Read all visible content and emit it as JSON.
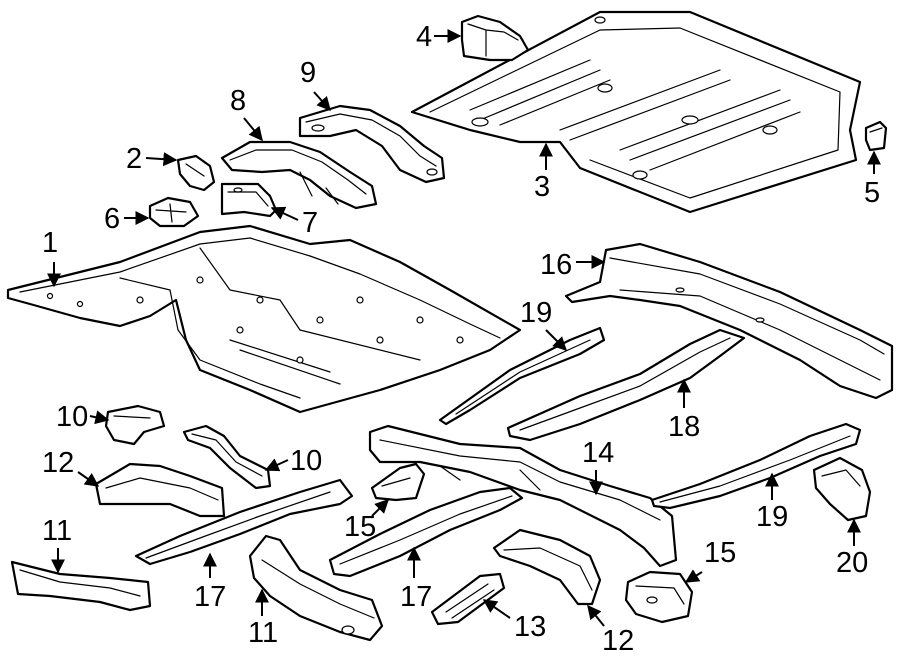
{
  "callouts": {
    "c1": "1",
    "c2": "2",
    "c3": "3",
    "c4": "4",
    "c5": "5",
    "c6": "6",
    "c7": "7",
    "c8": "8",
    "c9": "9",
    "c10a": "10",
    "c10b": "10",
    "c11a": "11",
    "c11b": "11",
    "c12a": "12",
    "c12b": "12",
    "c13": "13",
    "c14": "14",
    "c15a": "15",
    "c15b": "15",
    "c16": "16",
    "c17a": "17",
    "c17b": "17",
    "c18": "18",
    "c19a": "19",
    "c19b": "19",
    "c20": "20"
  },
  "colors": {
    "line": "#000000",
    "background": "#ffffff"
  }
}
